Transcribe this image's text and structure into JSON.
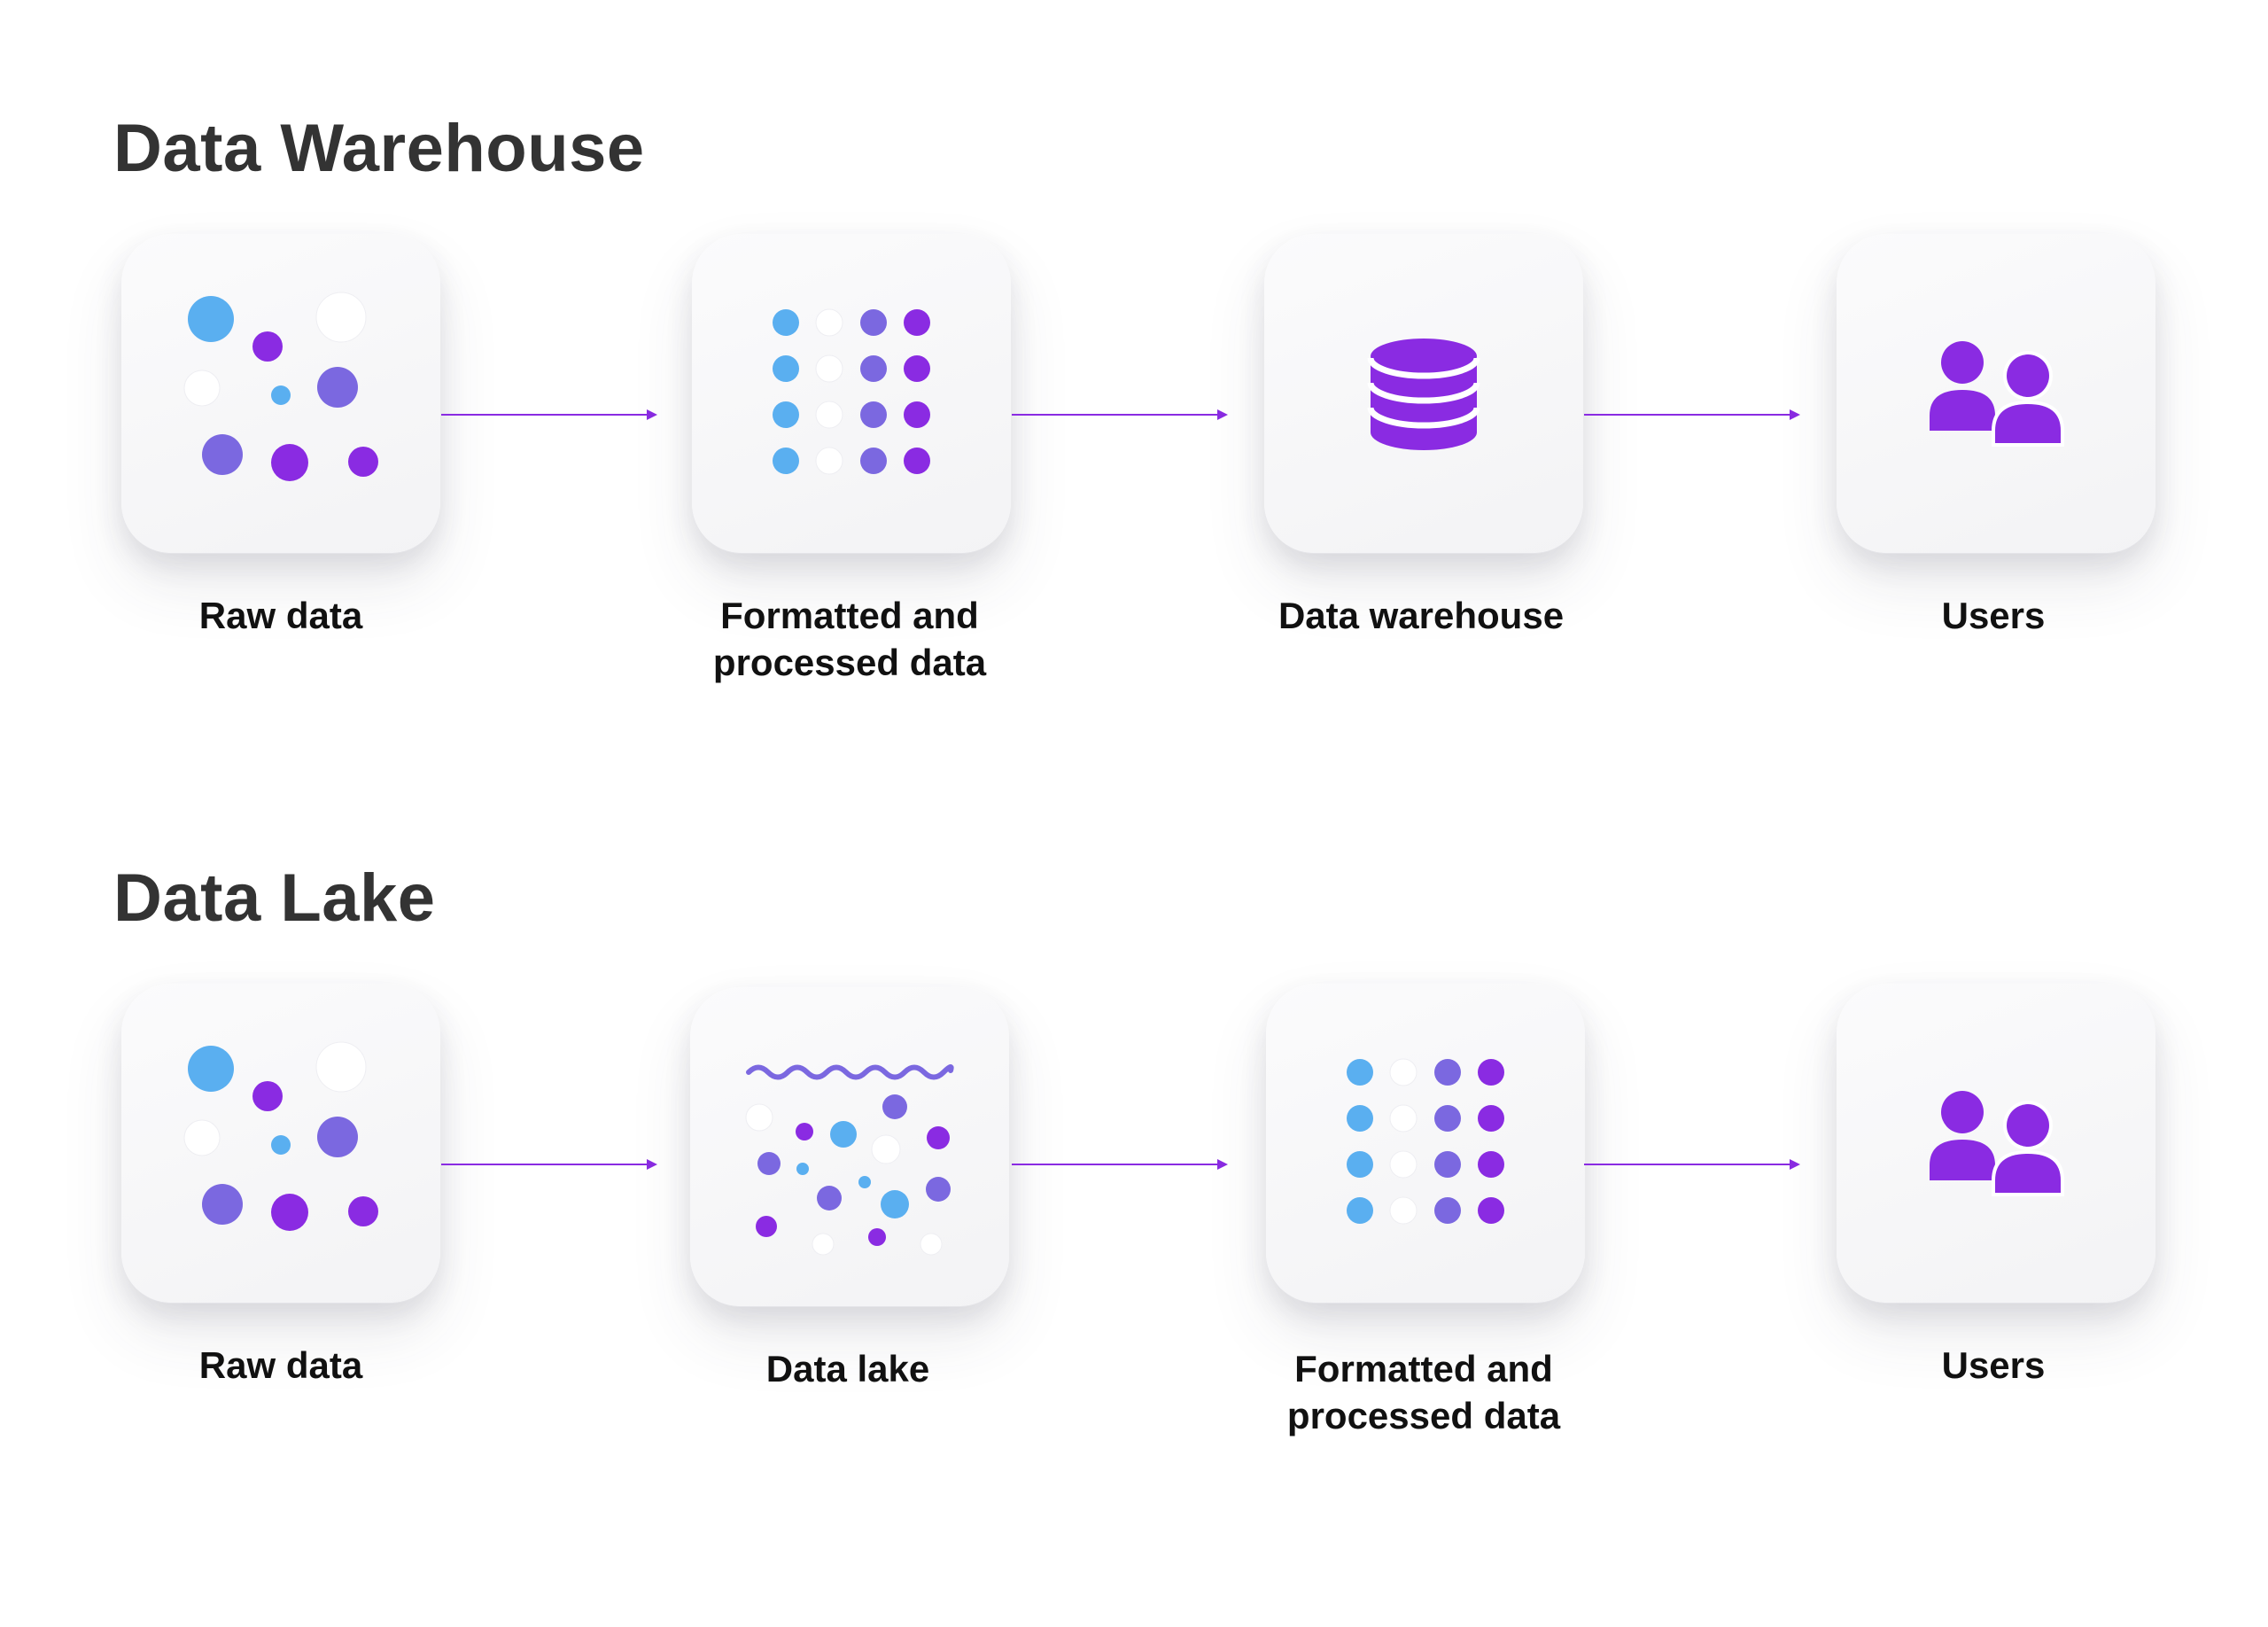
{
  "colors": {
    "blue": "#5aaff0",
    "violet": "#7b68e0",
    "purple": "#8a2be2",
    "white": "#ffffff"
  },
  "warehouse": {
    "title": "Data Warehouse",
    "steps": [
      {
        "label": "Raw data",
        "icon": "scattered-dots-icon"
      },
      {
        "label": "Formatted and processed data",
        "icon": "dot-grid-icon"
      },
      {
        "label": "Data warehouse",
        "icon": "database-icon"
      },
      {
        "label": "Users",
        "icon": "users-icon"
      }
    ]
  },
  "lake": {
    "title": "Data Lake",
    "steps": [
      {
        "label": "Raw data",
        "icon": "scattered-dots-icon"
      },
      {
        "label": "Data lake",
        "icon": "lake-icon"
      },
      {
        "label": "Formatted and processed data",
        "icon": "dot-grid-icon"
      },
      {
        "label": "Users",
        "icon": "users-icon"
      }
    ]
  }
}
